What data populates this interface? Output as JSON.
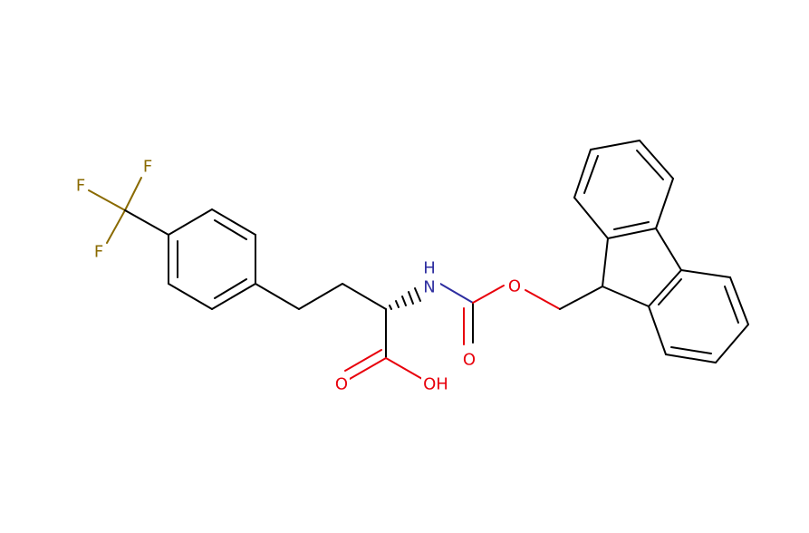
{
  "atoms": {
    "f1": "F",
    "f2": "F",
    "f3": "F",
    "nh": "NH",
    "o_ester": "O",
    "o_carbonyl": "O",
    "o_acid": "O",
    "oh": "OH"
  },
  "colors": {
    "bond": "#000000",
    "fluorine": "#8a6a00",
    "oxygen": "#e8000b",
    "nitrogen": "#2e2ea0"
  }
}
